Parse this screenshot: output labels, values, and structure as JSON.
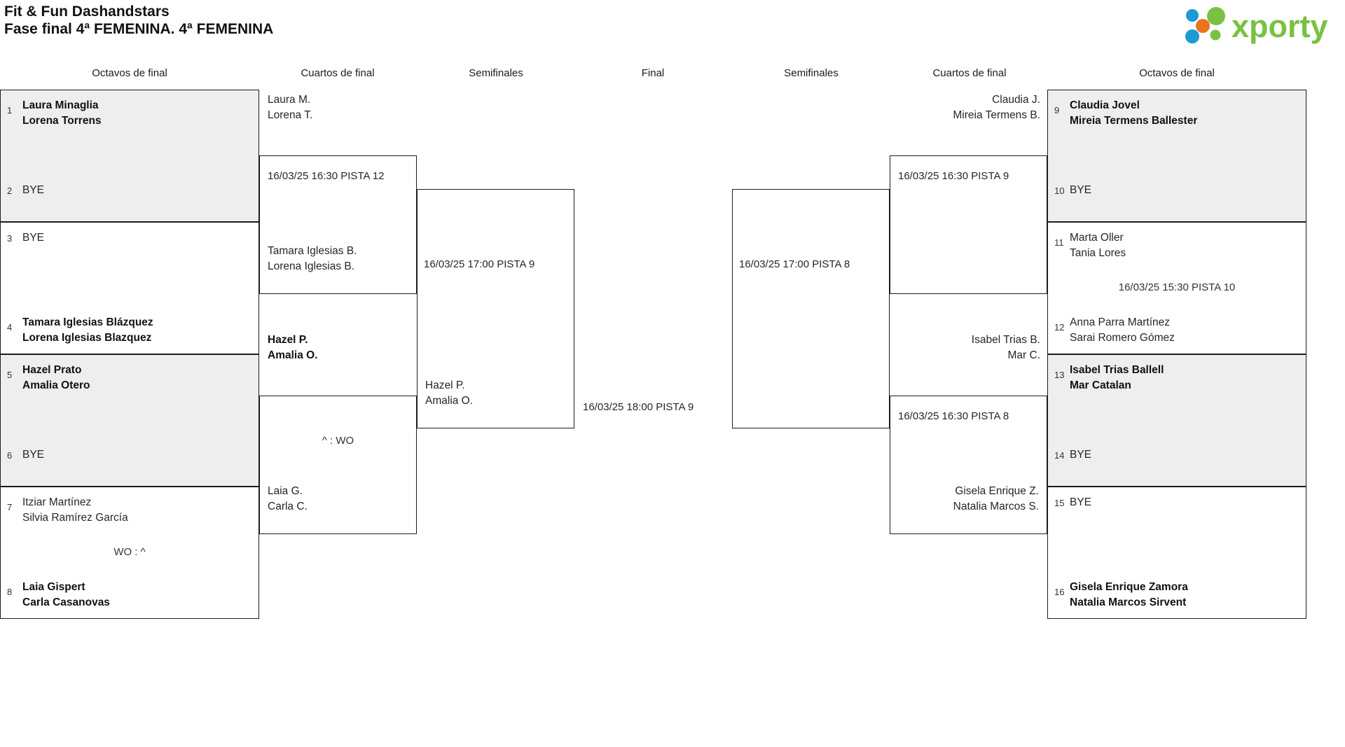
{
  "header": {
    "title_line1": "Fit & Fun Dashandstars",
    "title_line2": "Fase final 4ª FEMENINA. 4ª FEMENINA",
    "logo_text": "xporty",
    "logo_colors": {
      "green": "#7ac143",
      "blue": "#1b9ad6",
      "orange": "#e8741c"
    }
  },
  "round_headers": {
    "left_r16": "Octavos de final",
    "left_qf": "Cuartos de final",
    "left_sf": "Semifinales",
    "final": "Final",
    "right_sf": "Semifinales",
    "right_qf": "Cuartos de final",
    "right_r16": "Octavos de final"
  },
  "left": {
    "r16": [
      {
        "shaded": true,
        "top": {
          "seed": "1",
          "line1": "Laura Minaglia",
          "line2": "Lorena Torrens",
          "winner": true
        },
        "bottom": {
          "seed": "2",
          "line1": "BYE",
          "line2": "",
          "winner": false
        },
        "score": ""
      },
      {
        "shaded": false,
        "top": {
          "seed": "3",
          "line1": "BYE",
          "line2": "",
          "winner": false
        },
        "bottom": {
          "seed": "4",
          "line1": "Tamara Iglesias Blázquez",
          "line2": "Lorena Iglesias Blazquez",
          "winner": true
        },
        "score": ""
      },
      {
        "shaded": true,
        "top": {
          "seed": "5",
          "line1": "Hazel Prato",
          "line2": "Amalia Otero",
          "winner": true
        },
        "bottom": {
          "seed": "6",
          "line1": "BYE",
          "line2": "",
          "winner": false
        },
        "score": ""
      },
      {
        "shaded": false,
        "top": {
          "seed": "7",
          "line1": "Itziar Martínez",
          "line2": "Silvia Ramírez García",
          "winner": false
        },
        "bottom": {
          "seed": "8",
          "line1": "Laia Gispert",
          "line2": "Carla Casanovas",
          "winner": true
        },
        "score": "WO : ^"
      }
    ],
    "qf": [
      {
        "top": {
          "line1": "Laura M.",
          "line2": "Lorena T.",
          "winner": false
        },
        "bottom": {
          "line1": "Tamara Iglesias B.",
          "line2": "Lorena Iglesias B.",
          "winner": false
        },
        "meta": "16/03/25 16:30 PISTA 12",
        "score": ""
      },
      {
        "top": {
          "line1": "Hazel P.",
          "line2": "Amalia O.",
          "winner": true
        },
        "bottom": {
          "line1": "Laia G.",
          "line2": "Carla C.",
          "winner": false
        },
        "meta": "",
        "score": "^ : WO"
      }
    ],
    "sf": [
      {
        "top": {
          "line1": "",
          "line2": "",
          "winner": false
        },
        "bottom": {
          "line1": "Hazel P.",
          "line2": "Amalia O.",
          "winner": false
        },
        "meta": "16/03/25 17:00 PISTA 9",
        "score": ""
      }
    ]
  },
  "final": {
    "meta": "16/03/25 18:00 PISTA 9"
  },
  "right": {
    "sf": [
      {
        "top": {
          "line1": "",
          "line2": "",
          "winner": false
        },
        "bottom": {
          "line1": "",
          "line2": "",
          "winner": false
        },
        "meta": "16/03/25 17:00 PISTA 8",
        "score": ""
      }
    ],
    "qf": [
      {
        "top": {
          "line1": "Claudia J.",
          "line2": "Mireia Termens B.",
          "winner": false
        },
        "bottom": {
          "line1": "",
          "line2": "",
          "winner": false
        },
        "meta": "16/03/25 16:30 PISTA 9",
        "score": ""
      },
      {
        "top": {
          "line1": "Isabel Trias B.",
          "line2": "Mar C.",
          "winner": false
        },
        "bottom": {
          "line1": "Gisela Enrique Z.",
          "line2": "Natalia Marcos S.",
          "winner": false
        },
        "meta": "16/03/25 16:30 PISTA 8",
        "score": ""
      }
    ],
    "r16": [
      {
        "shaded": true,
        "top": {
          "seed": "9",
          "line1": "Claudia Jovel",
          "line2": "Mireia Termens Ballester",
          "winner": true
        },
        "bottom": {
          "seed": "10",
          "line1": "BYE",
          "line2": "",
          "winner": false
        },
        "score": ""
      },
      {
        "shaded": false,
        "top": {
          "seed": "11",
          "line1": "Marta Oller",
          "line2": "Tania Lores",
          "winner": false
        },
        "bottom": {
          "seed": "12",
          "line1": "Anna Parra Martínez",
          "line2": "Sarai Romero Gómez",
          "winner": false
        },
        "score": "16/03/25 15:30 PISTA 10"
      },
      {
        "shaded": true,
        "top": {
          "seed": "13",
          "line1": "Isabel Trias Ballell",
          "line2": "Mar Catalan",
          "winner": true
        },
        "bottom": {
          "seed": "14",
          "line1": "BYE",
          "line2": "",
          "winner": false
        },
        "score": ""
      },
      {
        "shaded": false,
        "top": {
          "seed": "15",
          "line1": "BYE",
          "line2": "",
          "winner": false
        },
        "bottom": {
          "seed": "16",
          "line1": "Gisela Enrique Zamora",
          "line2": "Natalia Marcos Sirvent",
          "winner": true
        },
        "score": ""
      }
    ]
  }
}
